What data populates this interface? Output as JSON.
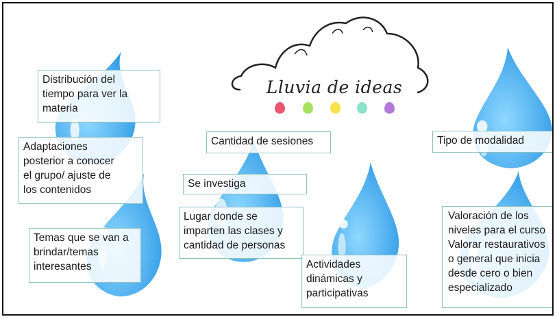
{
  "title": "Lluvia de ideas",
  "notes": {
    "distribucion": "Distribución del\ntiempo para ver la\nmateria",
    "adaptaciones": "Adaptaciones\nposterior a conocer\nel grupo/ ajuste de\nlos contenidos",
    "temas": "Temas que se van a\nbrindar/temas\ninteresantes",
    "cantidad_sesiones": "Cantidad de sesiones",
    "se_investiga": "Se investiga",
    "lugar": "Lugar donde se\nimparten las clases y\ncantidad de personas",
    "actividades": "Actividades\ndinámicas y\nparticipativas",
    "tipo_modalidad": "Tipo de modalidad",
    "valoracion": "Valoración de los\nniveles para el curso\nValorar restaurativos\no general que inicia\ndesde cero o bien\nespecializado"
  },
  "colors": {
    "drop_main": "#3fa9f0",
    "drop_light": "#7fd0ff",
    "dot_colors": [
      "#e9566f",
      "#a8e060",
      "#f6e34c",
      "#8de3c8",
      "#b27ad6"
    ]
  }
}
